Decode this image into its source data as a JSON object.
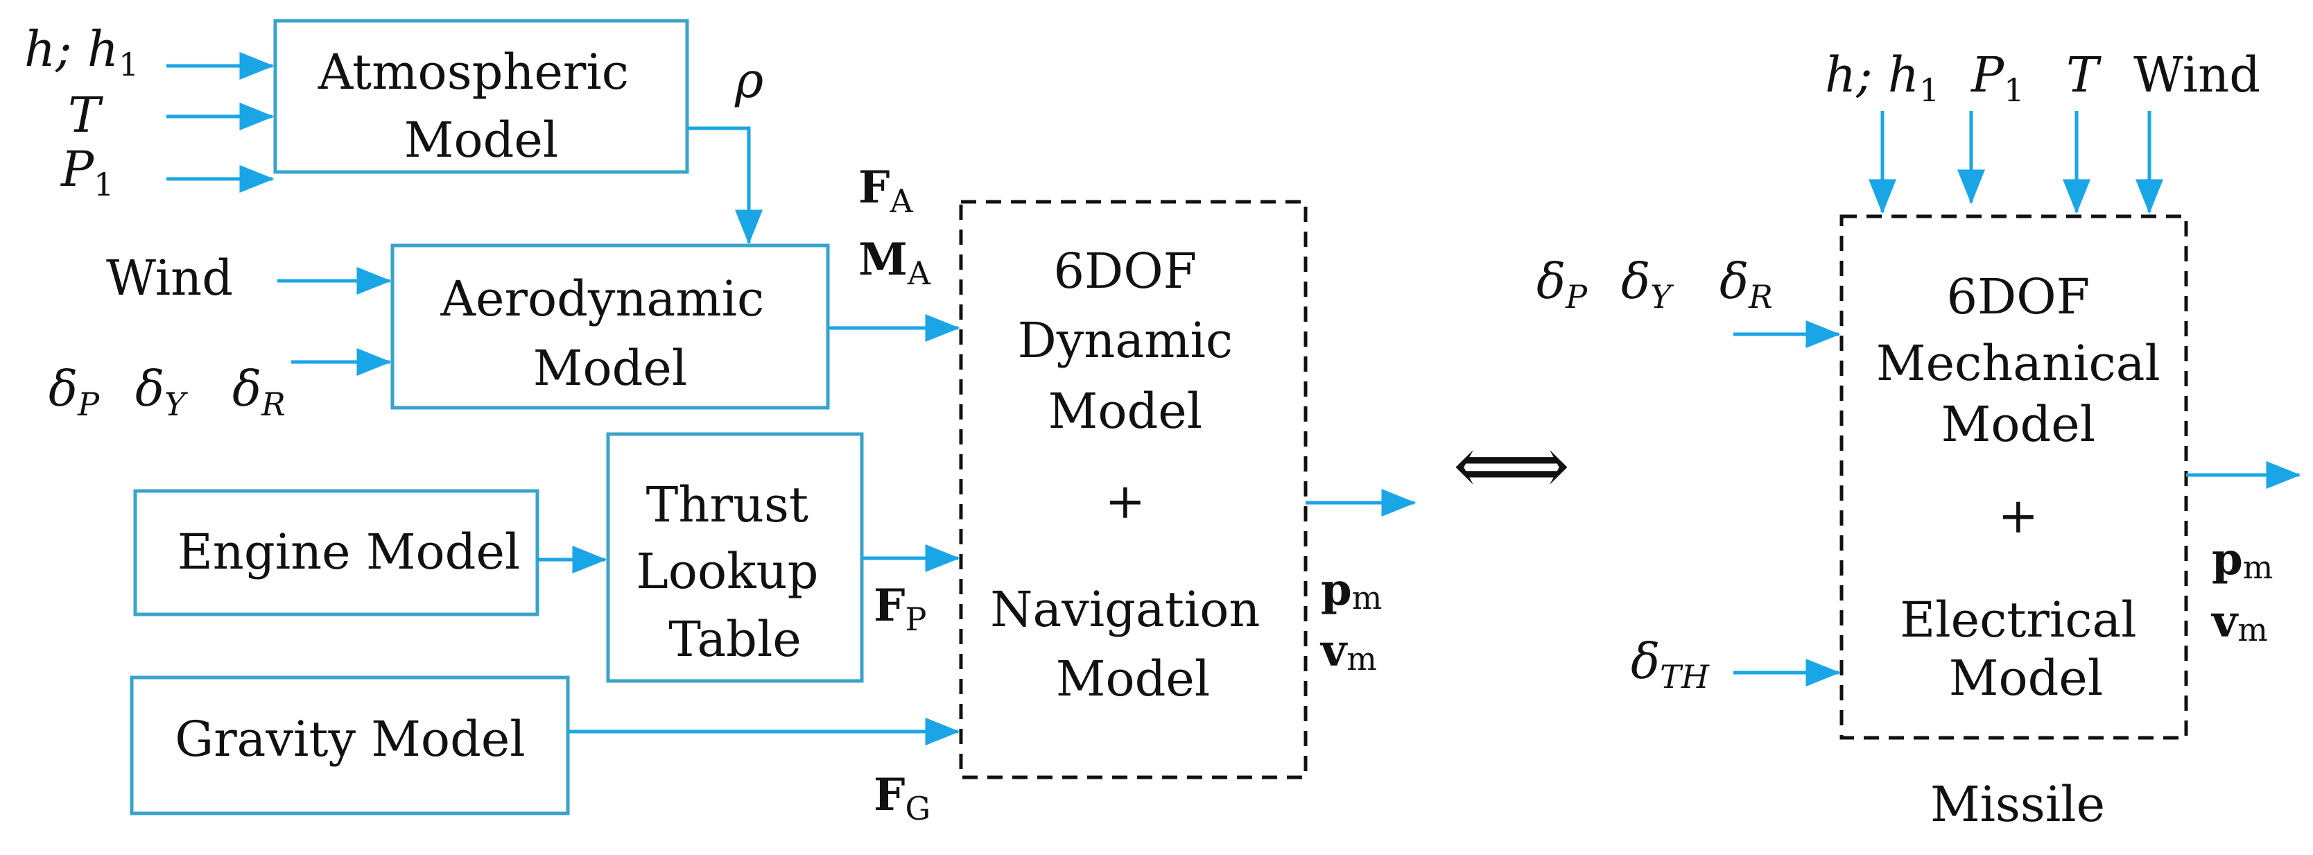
{
  "colors": {
    "arrow": "#1aa6e6",
    "box_border": "#3aa3c9",
    "dashed_border": "#111111"
  },
  "left_diagram": {
    "inputs": {
      "h_h1": {
        "base": "h; h",
        "sub": "1"
      },
      "T": {
        "base": "T"
      },
      "P1": {
        "base": "P",
        "sub": "1"
      },
      "wind": "Wind",
      "delta_p": {
        "base": "δ",
        "sub": "P"
      },
      "delta_y": {
        "base": "δ",
        "sub": "Y"
      },
      "delta_r": {
        "base": "δ",
        "sub": "R"
      }
    },
    "blocks": {
      "atmospheric": [
        "Atmospheric",
        "Model"
      ],
      "aerodynamic": [
        "Aerodynamic",
        "Model"
      ],
      "engine": [
        "Engine Model"
      ],
      "thrust": [
        "Thrust",
        "Lookup",
        "Table"
      ],
      "gravity": [
        "Gravity Model"
      ],
      "sixdof": [
        "6DOF",
        "Dynamic",
        "Model",
        "+",
        "Navigation",
        "Model"
      ]
    },
    "signals": {
      "rho": "ρ",
      "FA": {
        "base": "F",
        "sub": "A"
      },
      "MA": {
        "base": "M",
        "sub": "A"
      },
      "FP": {
        "base": "F",
        "sub": "P"
      },
      "FG": {
        "base": "F",
        "sub": "G"
      },
      "pm": {
        "base": "p",
        "sub": "m"
      },
      "vm": {
        "base": "v",
        "sub": "m"
      }
    }
  },
  "equivalence_symbol": "⟺",
  "right_diagram": {
    "inputs": {
      "h_h1": {
        "base": "h; h",
        "sub": "1"
      },
      "P1": {
        "base": "P",
        "sub": "1"
      },
      "T": {
        "base": "T"
      },
      "wind": "Wind",
      "delta_p": {
        "base": "δ",
        "sub": "P"
      },
      "delta_y": {
        "base": "δ",
        "sub": "Y"
      },
      "delta_r": {
        "base": "δ",
        "sub": "R"
      },
      "delta_th": {
        "base": "δ",
        "sub": "TH"
      }
    },
    "block": [
      "6DOF",
      "Mechanical",
      "Model",
      "+",
      "Electrical",
      "Model"
    ],
    "outputs": {
      "pm": {
        "base": "p",
        "sub": "m"
      },
      "vm": {
        "base": "v",
        "sub": "m"
      }
    },
    "caption": "Missile"
  }
}
